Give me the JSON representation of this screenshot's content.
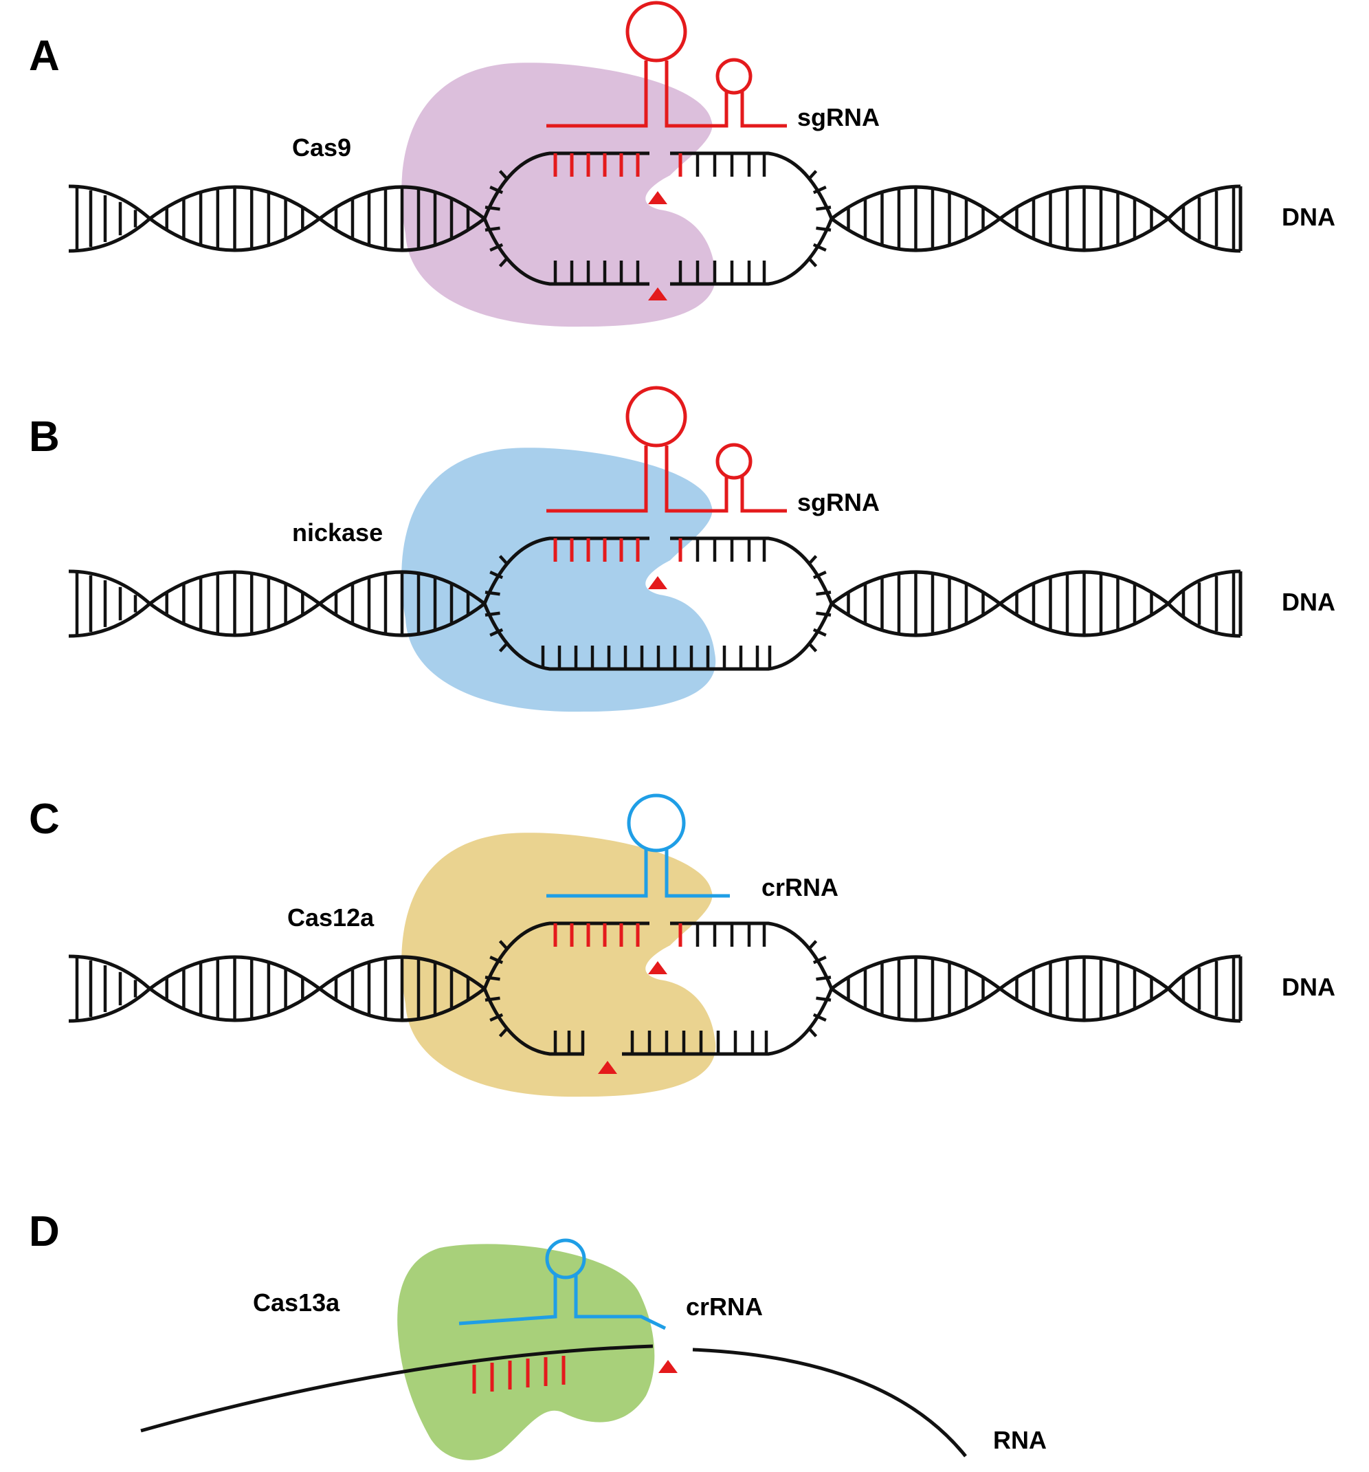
{
  "colors": {
    "strand": "#111111",
    "guide_red": "#e41a1c",
    "guide_blue": "#1f9ee6",
    "cut_marker": "#e41a1c",
    "cas9": "#dcbfdc",
    "nickase": "#a8cfec",
    "cas12a": "#ead390",
    "cas13a": "#a8d07a"
  },
  "panels": [
    {
      "letter": "A",
      "protein": "Cas9",
      "guide": "sgRNA",
      "target": "DNA"
    },
    {
      "letter": "B",
      "protein": "nickase",
      "guide": "sgRNA",
      "target": "DNA"
    },
    {
      "letter": "C",
      "protein": "Cas12a",
      "guide": "crRNA",
      "target": "DNA"
    },
    {
      "letter": "D",
      "protein": "Cas13a",
      "guide": "crRNA",
      "target": "RNA"
    }
  ]
}
